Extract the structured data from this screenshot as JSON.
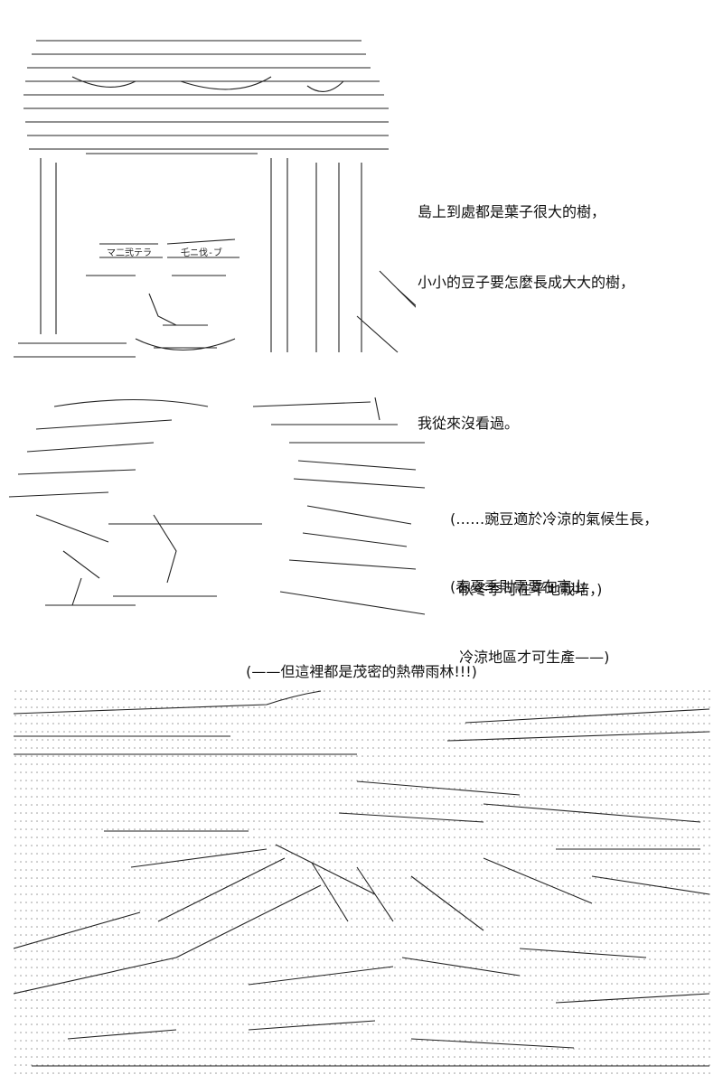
{
  "panel1": {
    "caption_lines": [
      "島上到處都是葉子很大的樹，",
      "小小的豆子要怎麼長成大大的樹，",
      "",
      "我從來沒看過。"
    ]
  },
  "panel2": {
    "caption_top_lines": [
      "(……豌豆適於冷涼的氣候生長，",
      "  秋冬季可在平地栽培，)"
    ],
    "caption_bottom_lines": [
      "(春夏季則需要在高山",
      "  冷涼地區才可生產——)"
    ]
  },
  "panel3": {
    "narration": "(——但這裡都是茂密的熱帶雨林!!!)"
  }
}
